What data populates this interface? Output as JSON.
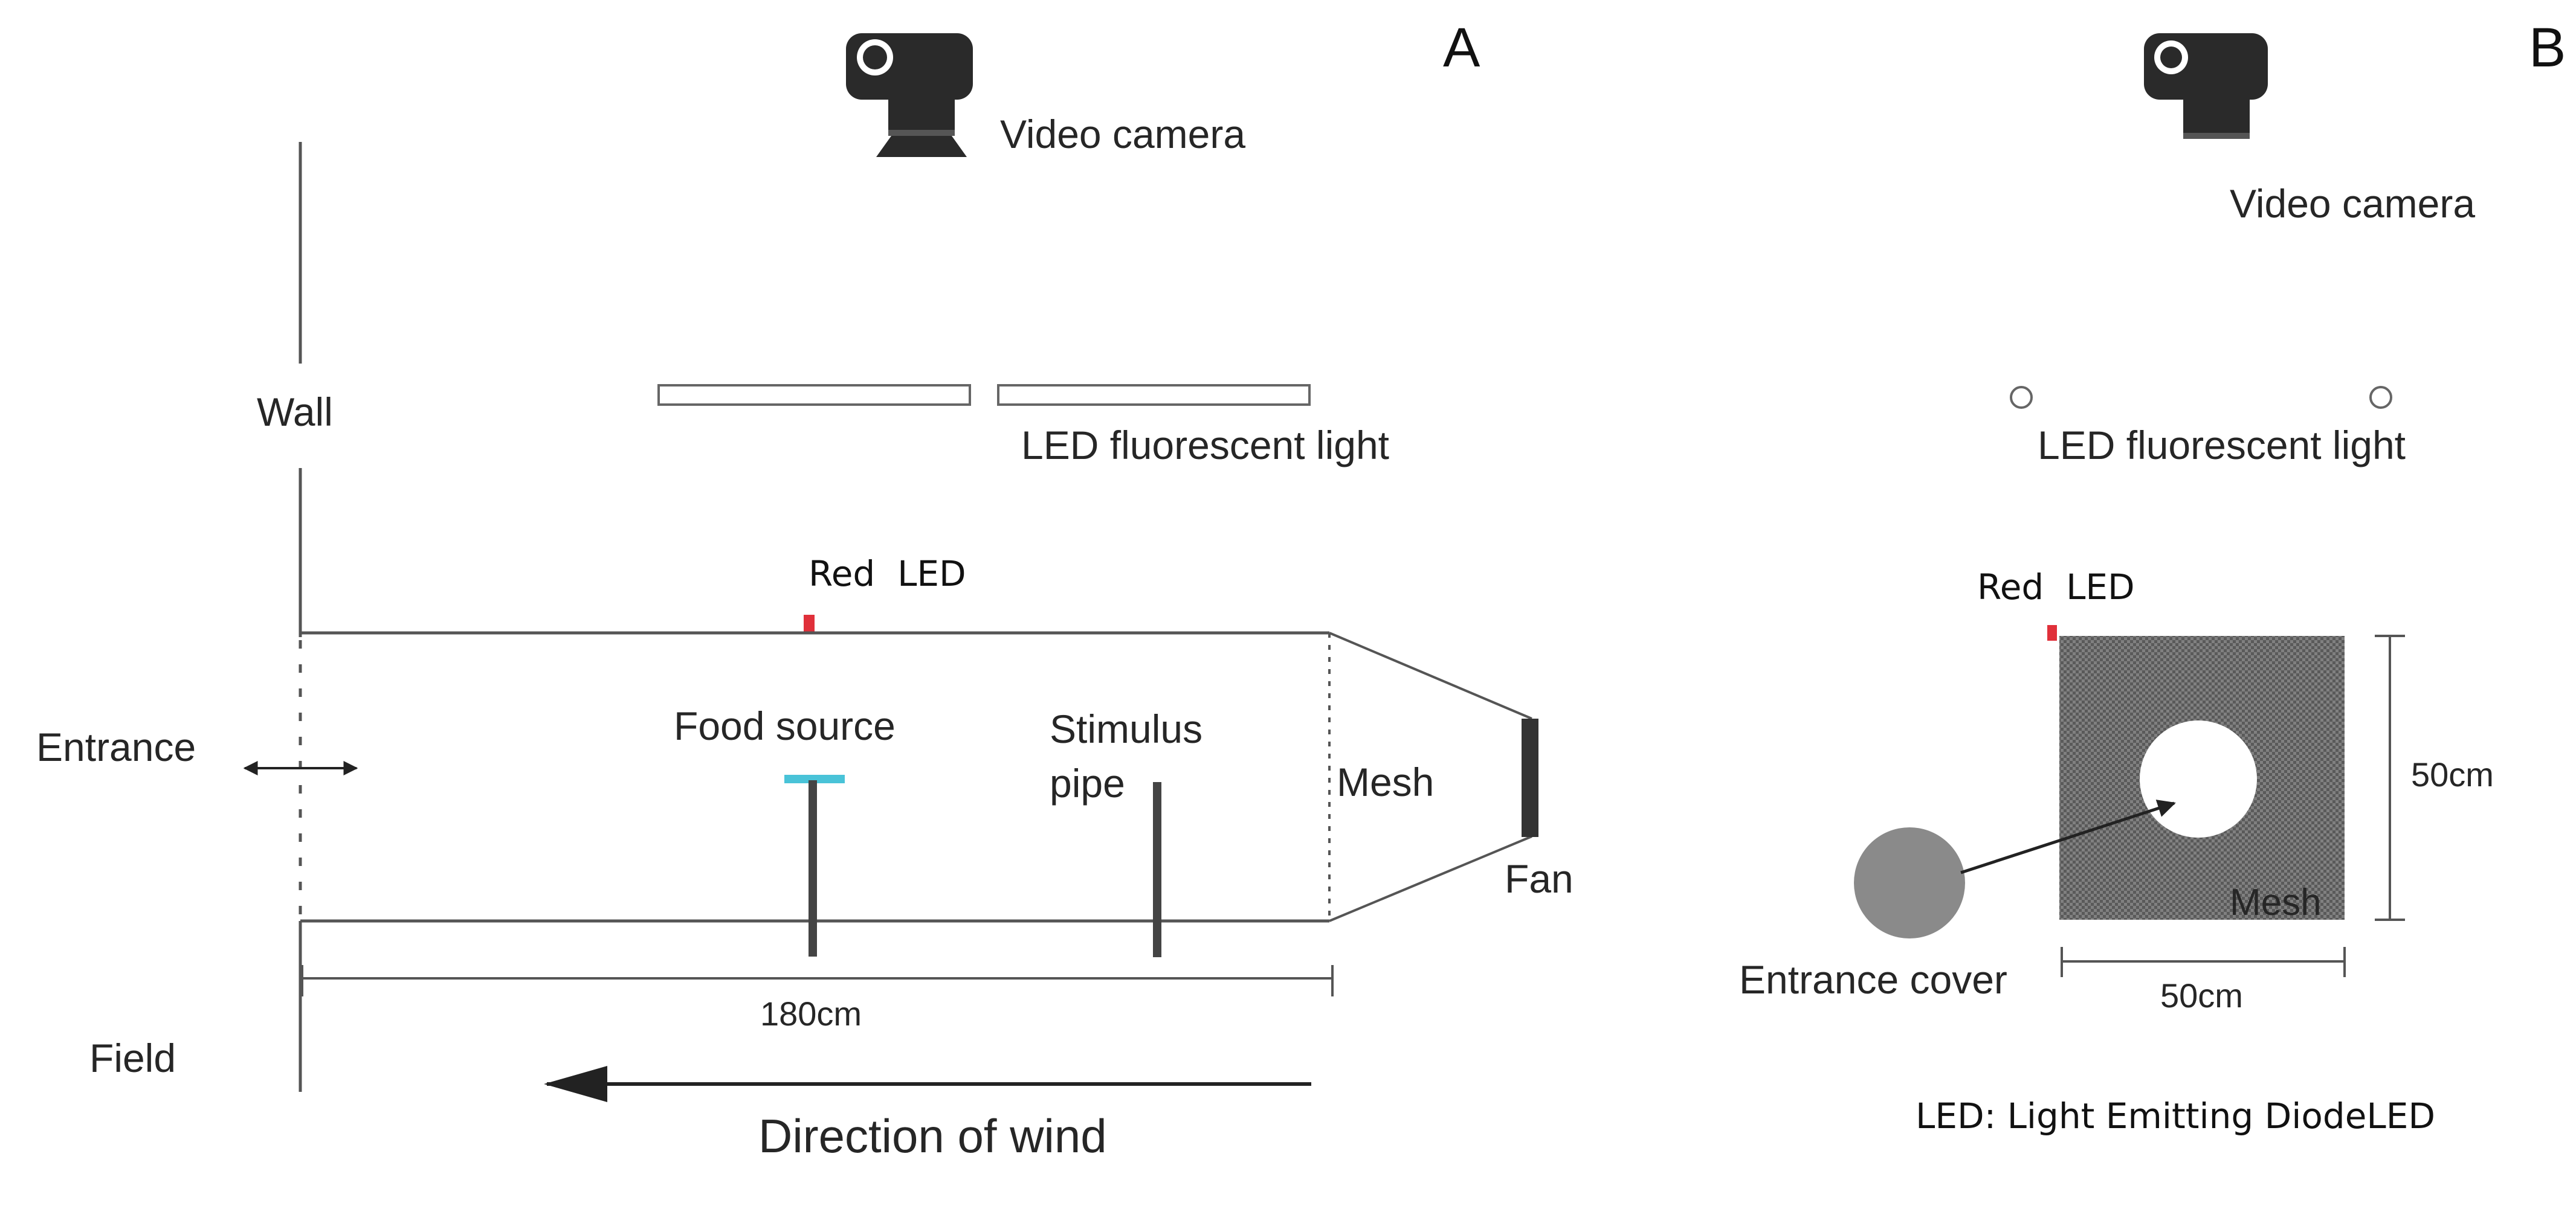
{
  "panels": {
    "a": {
      "letter": "A"
    },
    "b": {
      "letter": "B"
    }
  },
  "labels": {
    "video_camera": "Video camera",
    "wall": "Wall",
    "led_light": "LED fluorescent light",
    "red_led": "Red  LED",
    "entrance": "Entrance",
    "food_source": "Food source",
    "stimulus_pipe_line1": "Stimulus",
    "stimulus_pipe_line2": "pipe",
    "mesh": "Mesh",
    "fan": "Fan",
    "length_180": "180cm",
    "field": "Field",
    "wind": "Direction of wind",
    "size_50_vertical": "50cm",
    "size_50_horizontal": "50cm",
    "entrance_cover": "Entrance cover",
    "legend": "LED: Light Emitting DiodeLED"
  },
  "colors": {
    "line": "#555555",
    "text": "#262626",
    "mesh_fill": "#6b6b6b",
    "red_led": "#e0303a",
    "food_cyan": "#49c3d8",
    "camera": "#2a2a2a",
    "cover": "#8a8a8a"
  },
  "icons": [
    "video-camera-icon",
    "red-led-icon",
    "fan-icon"
  ]
}
